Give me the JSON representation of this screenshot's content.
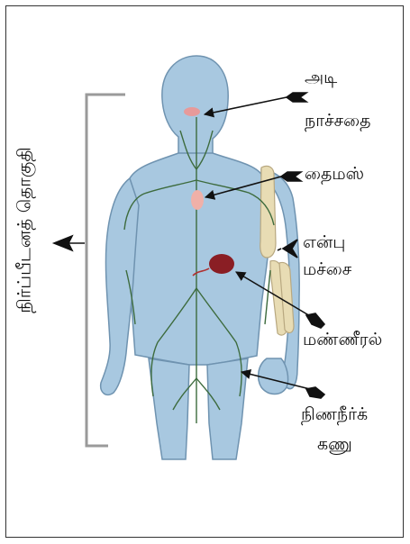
{
  "labels": {
    "pituitary_line1": "அடி",
    "pituitary_line2": "நாச்சதை",
    "thymus": "தைமஸ்",
    "bone_marrow_line1": "என்பு",
    "bone_marrow_line2": "மச்சை",
    "spleen": "மண்ணீரல்",
    "lymph_node_line1": "நிணநீர்க்",
    "lymph_node_line2": "கணு",
    "system_name": "நிர்ப்பீடனத் தொகுதி"
  },
  "colors": {
    "body_fill": "#a8c8e0",
    "body_stroke": "#6f93b0",
    "bone": "#e8dcb4",
    "organ_pink": "#e79a9a",
    "spleen": "#8a1e24",
    "arrow": "#111111",
    "bracket": "#9a9a9a",
    "vessel": "#3d6b3d"
  }
}
